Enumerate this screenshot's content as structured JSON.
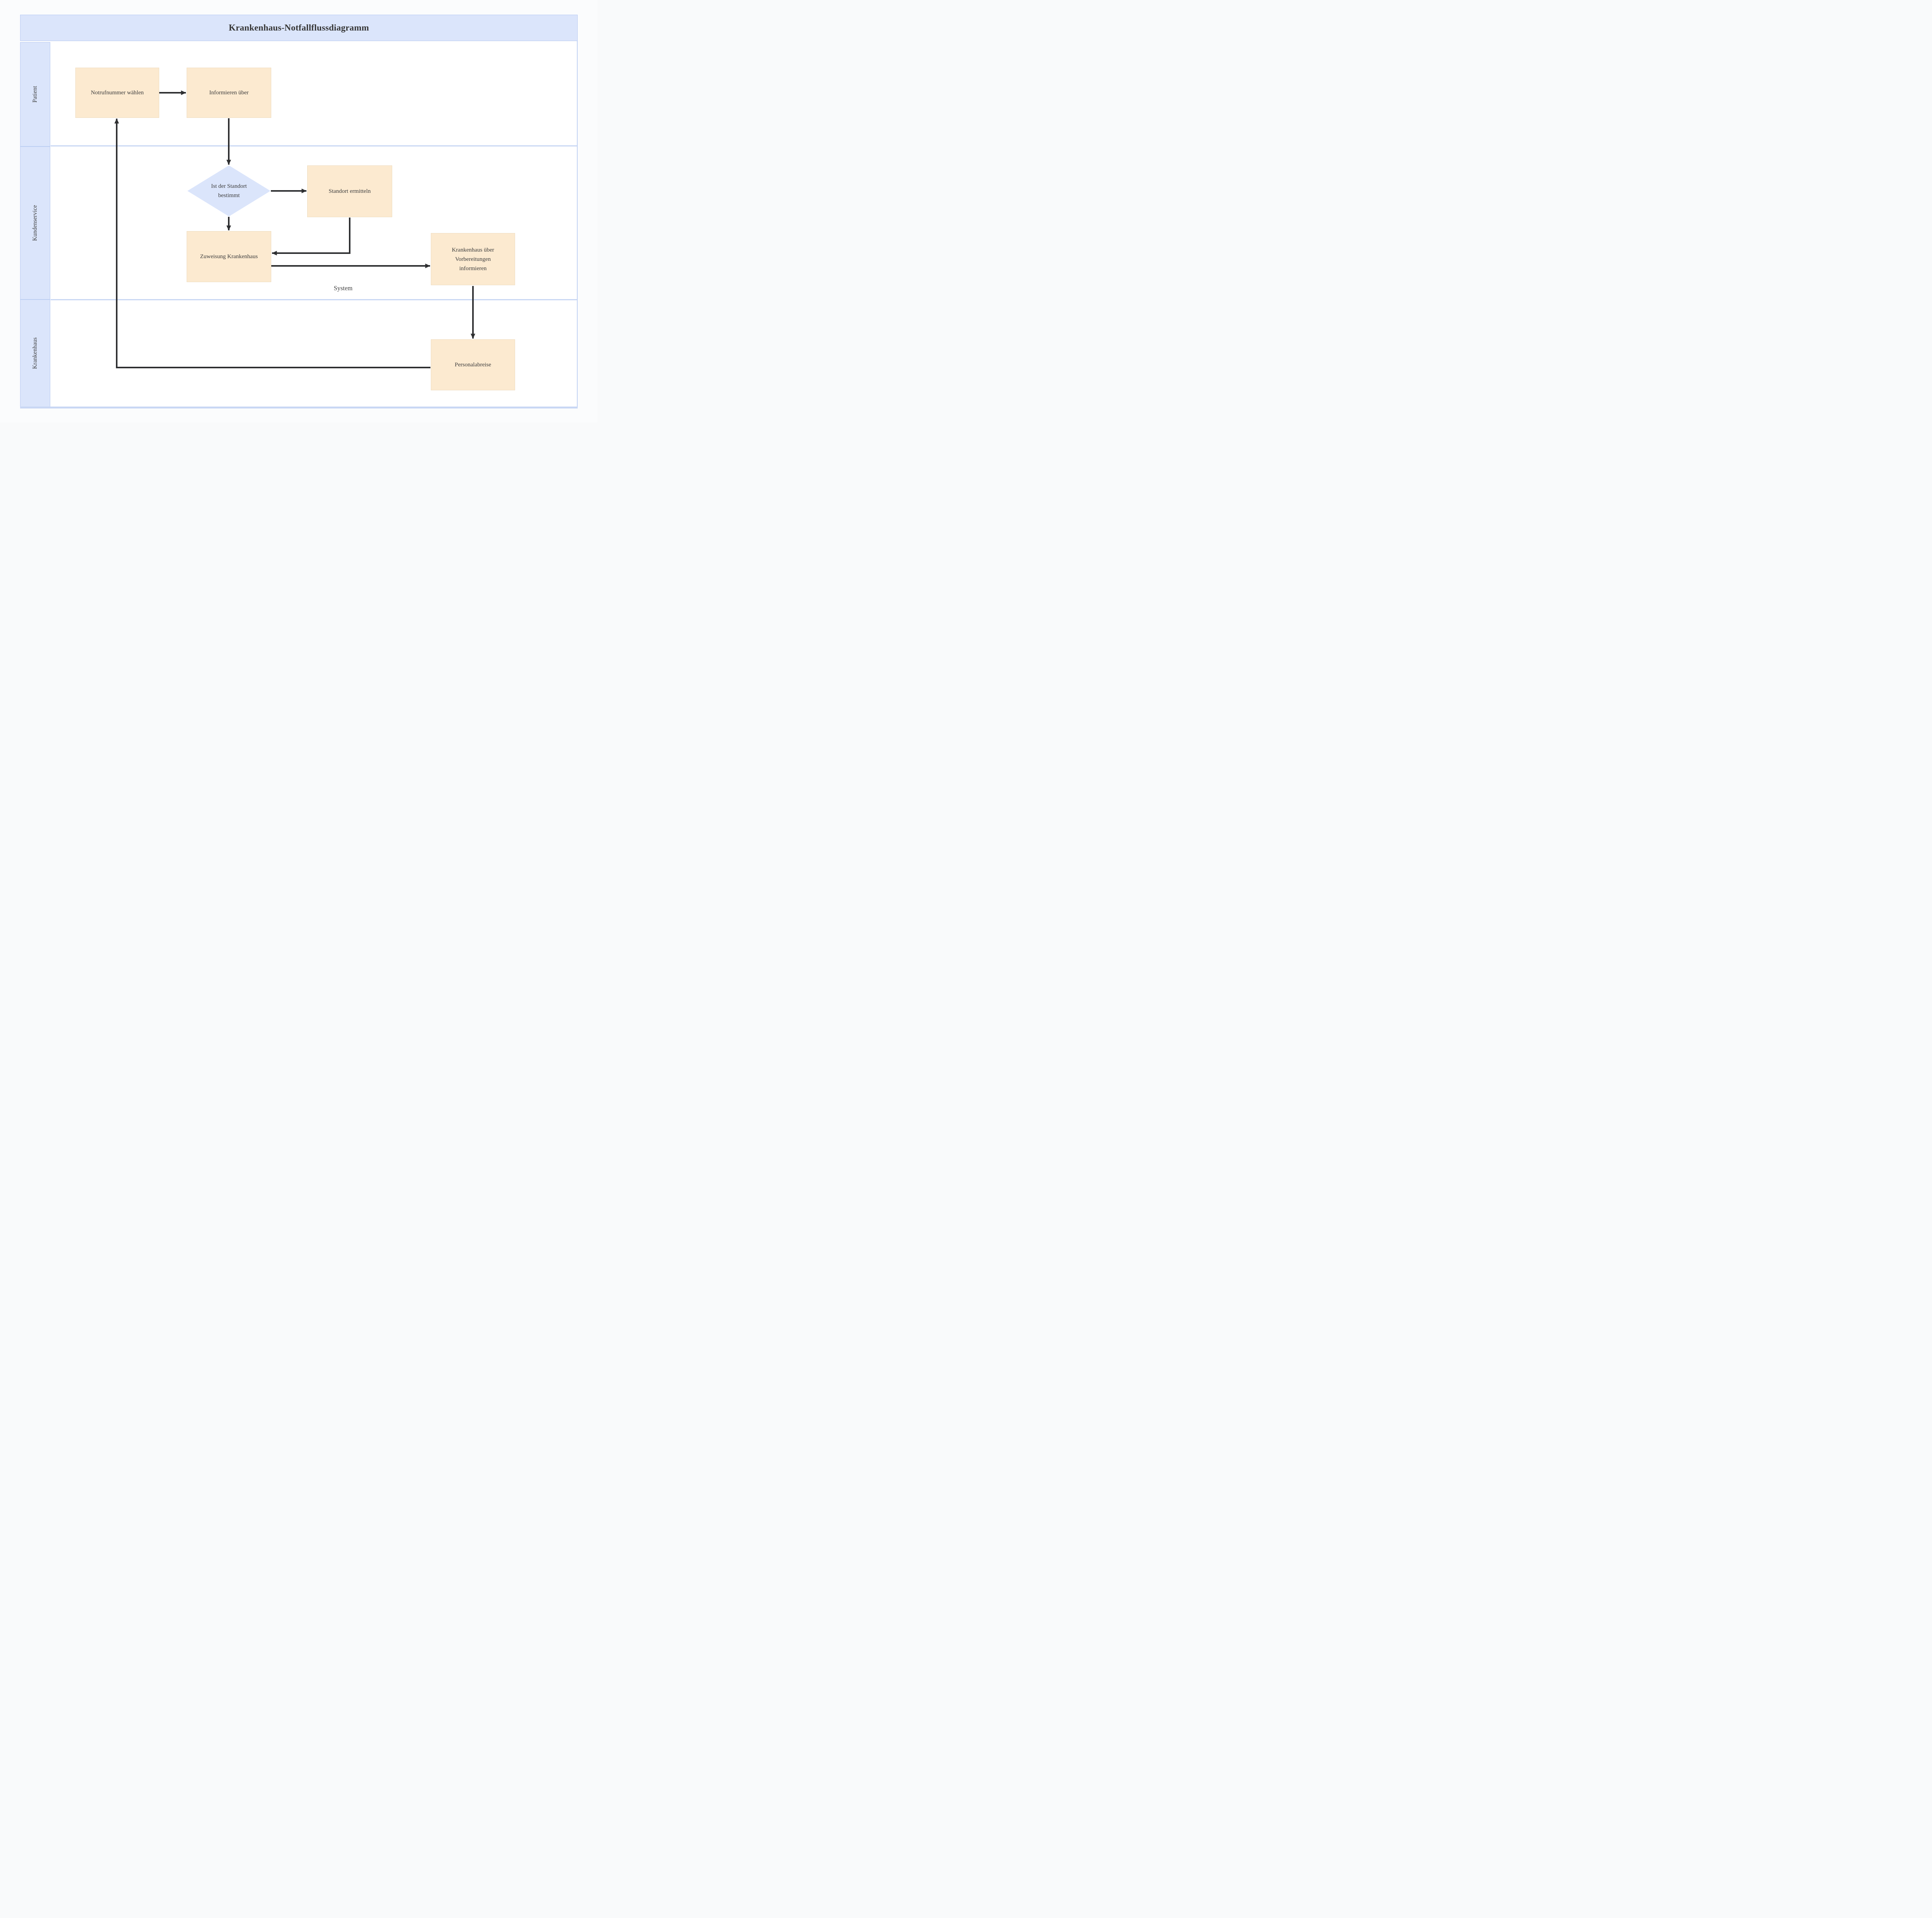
{
  "title": "Krankenhaus-Notfallflussdiagramm",
  "lanes": [
    {
      "label": "Patient"
    },
    {
      "label": "Kundenservice"
    },
    {
      "label": "Krankenhaus"
    }
  ],
  "nodes": {
    "dial": {
      "label": "Notrufnummer wählen",
      "type": "process"
    },
    "inform": {
      "label": "Informieren über",
      "type": "process"
    },
    "location_decision": {
      "label": "Ist der Standort bestimmt",
      "type": "decision"
    },
    "determine_location": {
      "label": "Standort ermitteln",
      "type": "process"
    },
    "assign_hospital": {
      "label": "Zuweisung Krankenhaus",
      "type": "process"
    },
    "notify_hospital": {
      "label": "Krankenhaus über Vorbereitungen informieren",
      "type": "process"
    },
    "staff_departure": {
      "label": "Personalabreise",
      "type": "process"
    }
  },
  "floating_labels": {
    "system": "System"
  },
  "connections": [
    {
      "from": "dial",
      "to": "inform"
    },
    {
      "from": "inform",
      "to": "location_decision"
    },
    {
      "from": "location_decision",
      "to": "determine_location"
    },
    {
      "from": "location_decision",
      "to": "assign_hospital"
    },
    {
      "from": "determine_location",
      "to": "assign_hospital"
    },
    {
      "from": "assign_hospital",
      "to": "notify_hospital"
    },
    {
      "from": "notify_hospital",
      "to": "staff_departure"
    },
    {
      "from": "staff_departure",
      "to": "dial"
    }
  ],
  "colors": {
    "lane_fill": "#dbe5fb",
    "lane_border": "#b7c9f2",
    "divider": "#c9d7f4",
    "process_fill": "#fcead0",
    "process_border": "#eedcbf",
    "decision_fill": "#dbe5fb",
    "connector": "#2e2f31",
    "text": "#3d3d3d"
  }
}
